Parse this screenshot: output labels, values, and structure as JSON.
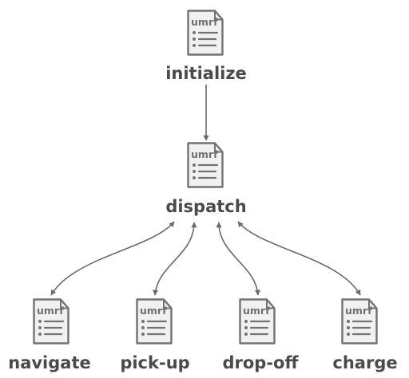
{
  "colors": {
    "icon_stroke": "#737373",
    "icon_fill": "#f1f1f1",
    "text": "#4a4a4a",
    "edge": "#6a6a6a"
  },
  "icon": {
    "name": "umrf-document-icon",
    "tag": "umrf"
  },
  "nodes": [
    {
      "id": "initialize",
      "label": "initialize"
    },
    {
      "id": "dispatch",
      "label": "dispatch"
    },
    {
      "id": "navigate",
      "label": "navigate"
    },
    {
      "id": "pick-up",
      "label": "pick-up"
    },
    {
      "id": "drop-off",
      "label": "drop-off"
    },
    {
      "id": "charge",
      "label": "charge"
    }
  ],
  "edges": [
    {
      "from": "initialize",
      "to": "dispatch",
      "direction": "forward"
    },
    {
      "from": "dispatch",
      "to": "navigate",
      "direction": "both"
    },
    {
      "from": "dispatch",
      "to": "pick-up",
      "direction": "both"
    },
    {
      "from": "dispatch",
      "to": "drop-off",
      "direction": "both"
    },
    {
      "from": "dispatch",
      "to": "charge",
      "direction": "both"
    }
  ]
}
